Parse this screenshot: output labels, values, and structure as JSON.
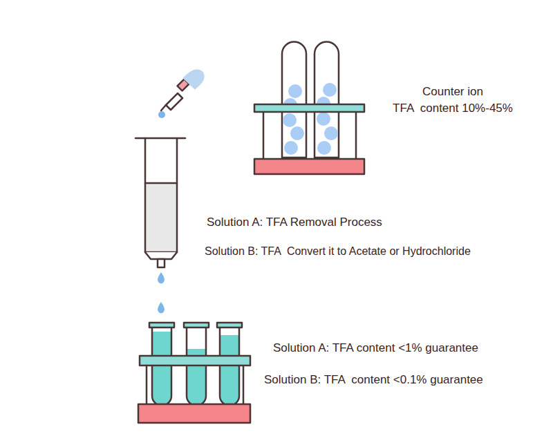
{
  "diagram": {
    "labels": [
      "Counter ion",
      "TFA  content 10%-45%",
      "Solution A: TFA Removal Process",
      "Solution B: TFA  Convert it to Acetate or Hydrochloride",
      "Solution A: TFA content <1% guarantee",
      "Solution B: TFA  content <0.1% guarantee"
    ]
  }
}
